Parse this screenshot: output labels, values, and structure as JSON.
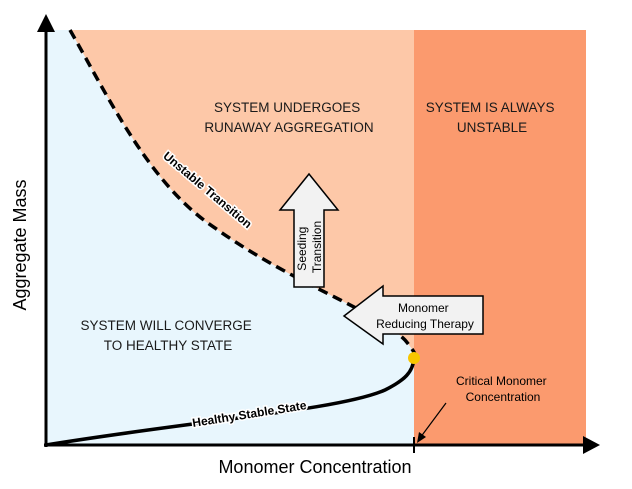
{
  "axes": {
    "x_label": "Monomer Concentration",
    "y_label": "Aggregate Mass"
  },
  "regions": {
    "runaway": {
      "line1": "SYSTEM UNDERGOES",
      "line2": "RUNAWAY AGGREGATION"
    },
    "unstable": {
      "line1": "SYSTEM IS ALWAYS",
      "line2": "UNSTABLE"
    },
    "healthy": {
      "line1": "SYSTEM WILL CONVERGE",
      "line2": "TO HEALTHY STATE"
    }
  },
  "curves": {
    "unstable_label": "Unstable Transition",
    "stable_label": "Healthy Stable State"
  },
  "arrows": {
    "seeding": {
      "line1": "Seeding",
      "line2": "Transition"
    },
    "therapy": {
      "line1": "Monomer",
      "line2": "Reducing Therapy"
    }
  },
  "critical": {
    "line1": "Critical Monomer",
    "line2": "Concentration"
  },
  "colors": {
    "healthy_region": "#e8f6fd",
    "runaway_region": "#fdc8a8",
    "unstable_region": "#fb9a6e",
    "critical_point": "#f7c600",
    "arrow_fill": "#f2f2f2"
  }
}
